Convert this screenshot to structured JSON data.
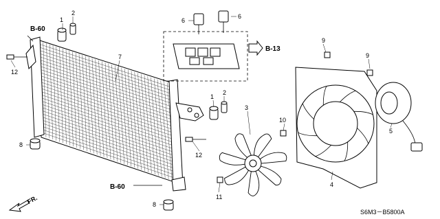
{
  "callouts": {
    "c1a": "1",
    "c2a": "2",
    "c6a": "6",
    "c6b": "6",
    "c7": "7",
    "c12": "12",
    "c9a": "9",
    "c9b": "9",
    "c1b": "1",
    "c2b": "2",
    "c3": "3",
    "c5": "5",
    "c10": "10",
    "c8a": "8",
    "c8b": "8",
    "c12b": "12",
    "c4": "4",
    "c11": "11"
  },
  "refs": {
    "b60_top": "B-60",
    "b60_bottom": "B-60",
    "b13": "B-13"
  },
  "direction_label": "FR.",
  "diagram_code": "S6M3－B5800A"
}
